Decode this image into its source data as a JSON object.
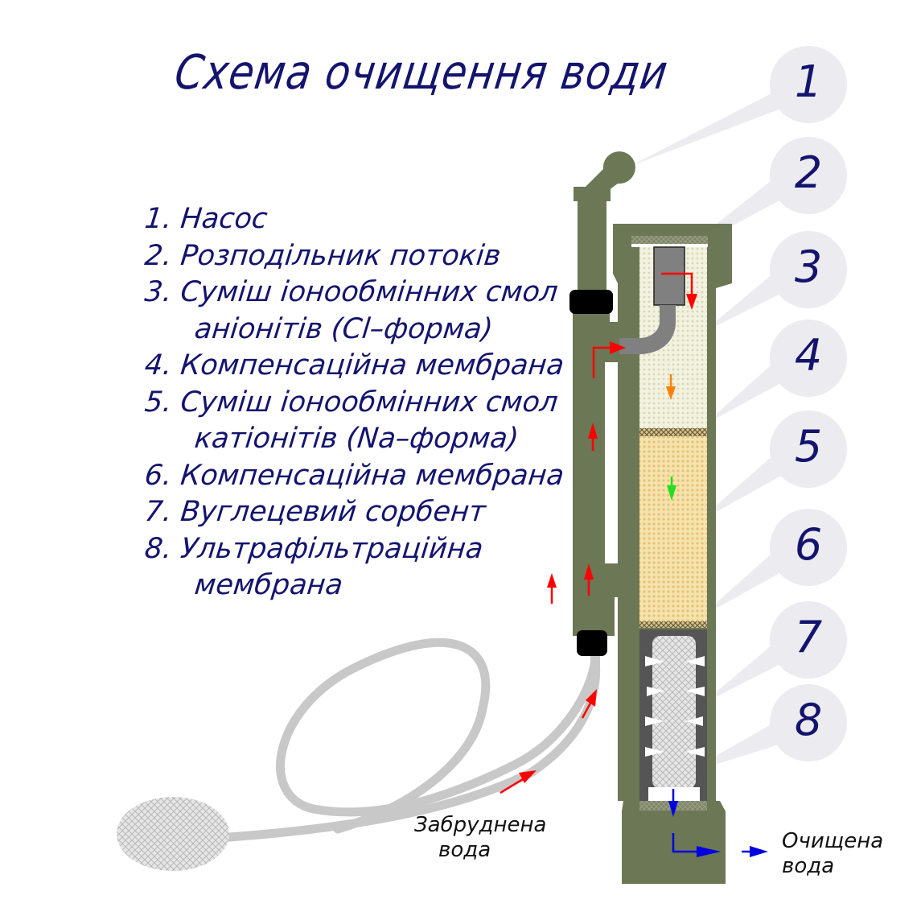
{
  "title": "Схема очищення води",
  "legend": {
    "items": [
      {
        "num": "1.",
        "text": "Насос"
      },
      {
        "num": "2.",
        "text": "Розподільник потоків"
      },
      {
        "num": "3.",
        "text": "Суміш іонообмінних смол",
        "continuation": "аніонітів (Cl–форма)"
      },
      {
        "num": "4.",
        "text": "Компенсаційна мембрана"
      },
      {
        "num": "5.",
        "text": "Суміш іонообмінних смол",
        "continuation": "катіонітів (Na–форма)"
      },
      {
        "num": "6.",
        "text": "Компенсаційна мембрана"
      },
      {
        "num": "7.",
        "text": "Вуглецевий сорбент"
      },
      {
        "num": "8.",
        "text": "Ультрафільтраційна",
        "continuation": "мембрана"
      }
    ]
  },
  "callouts": [
    "1",
    "2",
    "3",
    "4",
    "5",
    "6",
    "7",
    "8"
  ],
  "labels": {
    "dirty_water_line1": "Забруднена",
    "dirty_water_line2": "вода",
    "clean_water_line1": "Очищена",
    "clean_water_line2": "вода"
  },
  "colors": {
    "body": "#6b7755",
    "text": "#14146e",
    "callout_bubble": "#ececf0",
    "anion_resin": "#f1f0dc",
    "cation_resin": "#f3dca0",
    "carbon_chamber": "#555555",
    "hose": "#c8c8c8",
    "arrow_inflow": "#ff0000",
    "arrow_anion": "#ff8000",
    "arrow_cation": "#20e020",
    "arrow_outflow": "#0000e0"
  }
}
